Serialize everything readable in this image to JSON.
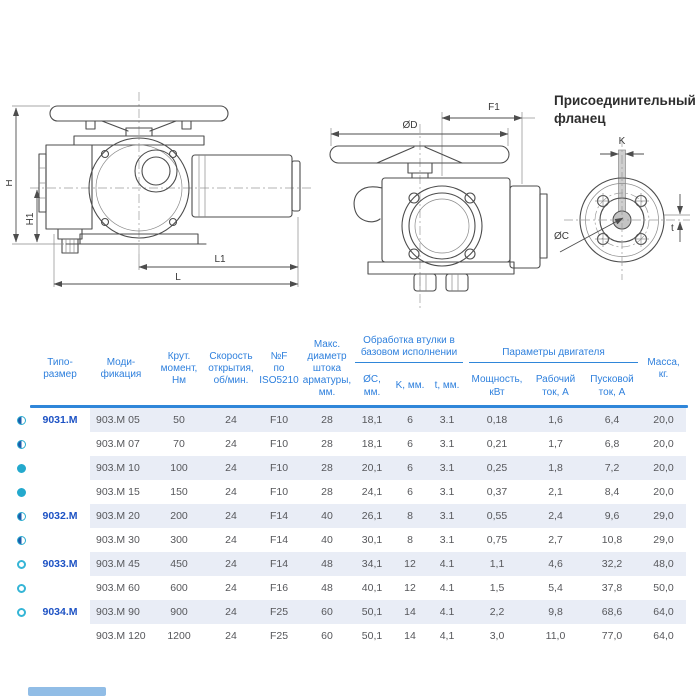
{
  "accent_color": "#2f86d9",
  "header_text_color": "#2f80dd",
  "type_size_color": "#1d52c4",
  "row_shade_color": "#e9edf6",
  "icon_colors": {
    "ring": "#2bacd0",
    "solid": "#24a9cd",
    "half_fill": "#1b5cab"
  },
  "drawings": {
    "flange_title": "Присоединительный\nфланец",
    "labels": {
      "H": "H",
      "H1": "H1",
      "L1": "L1",
      "L": "L",
      "F1": "F1",
      "OD": "ØD",
      "K": "K",
      "OC": "ØC",
      "t": "t"
    }
  },
  "table": {
    "columns": {
      "type_size": "Типо-\nразмер",
      "modification": "Моди-\nфикация",
      "torque": "Крут.\nмомент,\nНм",
      "speed": "Скорость\nоткрытия,\nоб/мин.",
      "f_iso": "№F\nпо\nISO5210",
      "stem": "Макс.\nдиаметр\nштока\nарматуры,\nмм.",
      "group_bushing": "Обработка втулки в\nбазовом исполнении",
      "oc": "ØC,\nмм.",
      "k": "K, мм.",
      "t": "t, мм.",
      "group_motor": "Параметры двигателя",
      "power": "Мощность,\nкВт",
      "work_current": "Рабочий\nток, А",
      "start_current": "Пусковой\nток, А",
      "mass": "Масса,\nкг."
    },
    "rows": [
      {
        "icon": "half",
        "type": "9031.M",
        "mod": "903.M 05",
        "torque": "50",
        "speed": "24",
        "f": "F10",
        "stem": "28",
        "oc": "18,1",
        "k": "6",
        "t": "3.1",
        "power": "0,18",
        "iwork": "1,6",
        "istart": "6,4",
        "mass": "20,0"
      },
      {
        "icon": "half",
        "type": "",
        "mod": "903.M 07",
        "torque": "70",
        "speed": "24",
        "f": "F10",
        "stem": "28",
        "oc": "18,1",
        "k": "6",
        "t": "3.1",
        "power": "0,21",
        "iwork": "1,7",
        "istart": "6,8",
        "mass": "20,0"
      },
      {
        "icon": "solid",
        "type": "",
        "mod": "903.M 10",
        "torque": "100",
        "speed": "24",
        "f": "F10",
        "stem": "28",
        "oc": "20,1",
        "k": "6",
        "t": "3.1",
        "power": "0,25",
        "iwork": "1,8",
        "istart": "7,2",
        "mass": "20,0"
      },
      {
        "icon": "solid",
        "type": "",
        "mod": "903.M 15",
        "torque": "150",
        "speed": "24",
        "f": "F10",
        "stem": "28",
        "oc": "24,1",
        "k": "6",
        "t": "3.1",
        "power": "0,37",
        "iwork": "2,1",
        "istart": "8,4",
        "mass": "20,0"
      },
      {
        "icon": "half",
        "type": "9032.M",
        "mod": "903.M 20",
        "torque": "200",
        "speed": "24",
        "f": "F14",
        "stem": "40",
        "oc": "26,1",
        "k": "8",
        "t": "3.1",
        "power": "0,55",
        "iwork": "2,4",
        "istart": "9,6",
        "mass": "29,0"
      },
      {
        "icon": "half",
        "type": "",
        "mod": "903.M 30",
        "torque": "300",
        "speed": "24",
        "f": "F14",
        "stem": "40",
        "oc": "30,1",
        "k": "8",
        "t": "3.1",
        "power": "0,75",
        "iwork": "2,7",
        "istart": "10,8",
        "mass": "29,0"
      },
      {
        "icon": "outline",
        "type": "9033.M",
        "mod": "903.M 45",
        "torque": "450",
        "speed": "24",
        "f": "F14",
        "stem": "48",
        "oc": "34,1",
        "k": "12",
        "t": "4.1",
        "power": "1,1",
        "iwork": "4,6",
        "istart": "32,2",
        "mass": "48,0"
      },
      {
        "icon": "outline",
        "type": "",
        "mod": "903.M 60",
        "torque": "600",
        "speed": "24",
        "f": "F16",
        "stem": "48",
        "oc": "40,1",
        "k": "12",
        "t": "4.1",
        "power": "1,5",
        "iwork": "5,4",
        "istart": "37,8",
        "mass": "50,0"
      },
      {
        "icon": "outline",
        "type": "9034.M",
        "mod": "903.M 90",
        "torque": "900",
        "speed": "24",
        "f": "F25",
        "stem": "60",
        "oc": "50,1",
        "k": "14",
        "t": "4.1",
        "power": "2,2",
        "iwork": "9,8",
        "istart": "68,6",
        "mass": "64,0"
      },
      {
        "icon": "none",
        "type": "",
        "mod": "903.M 120",
        "torque": "1200",
        "speed": "24",
        "f": "F25",
        "stem": "60",
        "oc": "50,1",
        "k": "14",
        "t": "4,1",
        "power": "3,0",
        "iwork": "11,0",
        "istart": "77,0",
        "mass": "64,0"
      }
    ]
  }
}
